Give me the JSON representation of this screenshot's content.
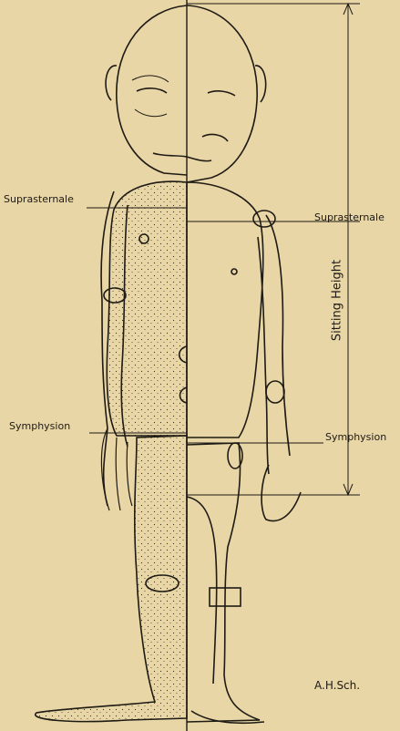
{
  "labels": {
    "suprasternale_left": "Suprasternale",
    "suprasternale_right": "Suprasternale",
    "symphysion_left": "Symphysion",
    "symphysion_right": "Symphysion",
    "sitting_height": "Sitting Height",
    "signature": "A.H.Sch."
  },
  "colors": {
    "background": "#e8d6a6",
    "ink": "#1e1a14"
  }
}
